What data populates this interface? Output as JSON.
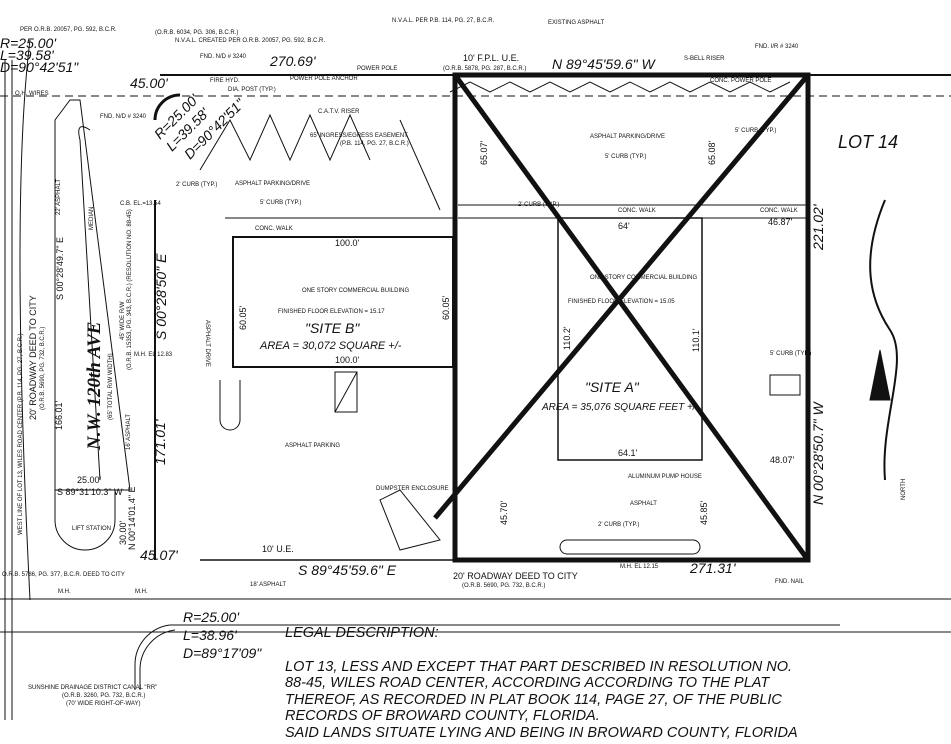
{
  "top": {
    "curve1": [
      "R=25.00'",
      "L=39.58'",
      "D=90°42'51\""
    ],
    "orb20057": "PER O.R.B. 20057, PG. 592, B.C.R.",
    "orb6034": "(O.R.B. 6034, PG. 306, B.C.R.)",
    "nval_created": "N.V.A.L. CREATED PER O.R.B. 20057, PG. 592, B.C.R.",
    "fnd_nd_top": "FND. N/D # 3240",
    "dist_270": "270.69'",
    "dist_45": "45.00'",
    "power_pole": "POWER POLE",
    "power_pole_anchor": "POWER POLE ANCHOR",
    "nval_pb": "N.V.A.L. PER P.B. 114, PG. 27, B.C.R.",
    "fpl": "10' F.P.L. U.E.",
    "fpl_orb": "(O.R.B. 5878, PG. 287, B.C.R.)",
    "bearing_north": "N 89°45'59.6\" W",
    "existing_asphalt": "EXISTING ASPHALT",
    "s_bell_riser": "S-BELL RISER",
    "conc_power_pole": "CONC. POWER POLE",
    "fnd_ir": "FND. I/R # 3240",
    "oh_wires": "O.H. WIRES",
    "fire_hyd": "FIRE HYD.",
    "dia_post": "DIA. POST (TYP.)",
    "catv": "C.A.T.V. RISER",
    "curve2": [
      "R=25.00'",
      "L=39.58'",
      "D=90°42'51\""
    ],
    "fnd_nd_left": "FND. N/D # 3240"
  },
  "site": {
    "lot14": "LOT 14",
    "ingress": "65' INGRESS/EGRESS EASEMENT",
    "ingress_ref": "(P.B. 114, PG. 27, B.C.R.)",
    "asphalt_parking_drive": "ASPHALT PARKING/DRIVE",
    "curb_typ": "5' CURB (TYP.)",
    "two_curb": "2' CURB (TYP.)",
    "conc_walk": "CONC. WALK",
    "asphalt_parking": "ASPHALT PARKING",
    "asphalt_drive": "ASPHALT DRIVE",
    "asphalt": "ASPHALT",
    "dumpster": "DUMPSTER ENCLOSURE",
    "pump_house": "ALUMINUM PUMP HOUSE",
    "ue10": "10' U.E.",
    "dist_6507": "65.07'",
    "dist_6508": "65.08'",
    "dist_4687": "46.87'",
    "dist_22102": "221.02'",
    "dist_4807": "48.07'",
    "dist_4570": "45.70'",
    "dist_4585": "45.85'",
    "dist_27131": "271.31'",
    "bearing_east": "N 00°28'50.7\" W",
    "bearing_south": "S 89°45'59.6\" E",
    "roadway_deed": "20' ROADWAY DEED TO CITY",
    "roadway_deed_ref": "(O.R.B. 5690, PG. 732, B.C.R.)",
    "asphalt18": "18' ASPHALT",
    "fnd_nail": "FND. NAIL",
    "mh_el": "M.H. EL 12.15",
    "north": "NORTH"
  },
  "site_b": {
    "name": "\"SITE B\"",
    "building": "ONE STORY COMMERCIAL BUILDING",
    "ffe": "FINISHED FLOOR ELEVATION = 15.17",
    "area": "AREA = 30,072 SQUARE +/-",
    "top": "100.0'",
    "bottom": "100.0'",
    "left": "60.05'",
    "right": "60.05'"
  },
  "site_a": {
    "name": "\"SITE A\"",
    "building": "ONE STORY COMMERCIAL BUILDING",
    "ffe": "FINISHED FLOOR ELEVATION = 15.05",
    "area": "AREA = 35,076 SQUARE FEET +/-",
    "top": "64'",
    "bottom": "64.1'",
    "left": "110.2'",
    "right": "110.1'"
  },
  "road": {
    "name": "N.W. 120th AVE",
    "width": "(65' TOTAL R/W WIDTH)",
    "median": "MEDIAN",
    "bearing_w": "S 00°28'49.7\" E",
    "bearing_e": "S 00°28'50\" E",
    "dist_166": "166.01'",
    "dist_171": "171.01'",
    "dist_25": "25.00'",
    "bearing_s": "S 89°31'10.3\" W",
    "wide_rw": "45' WIDE R/W",
    "wide_rw_ref": "(O.R.B. 15353, PG. 343, B.C.R.) (RESOLUTION NO. 88-45)",
    "roadway_deed": "20' ROADWAY DEED TO CITY",
    "roadway_deed_ref": "(O.R.B. 5690, PG. 732, B.C.R.)",
    "west_line": "WEST LINE OF LOT 13, WILES ROAD CENTER (P.B. 114, PG. 27, B.C.R.)",
    "orb5786": "O.R.B. 5786, PG. 377, B.C.R. DEED TO CITY",
    "mh_el": "M.H. EL 12.83",
    "asphalt16": "16' ASPHALT",
    "asphalt22": "22' ASPHALT",
    "lift_station": "LIFT STATION",
    "dist_30": "30.00'",
    "bearing_lift": "N 00°14'01.4\" E",
    "dist_4507": "45.07'",
    "cb_el": "C.B. EL.=13.54",
    "mh": "M.H."
  },
  "bottom": {
    "curve": [
      "R=25.00'",
      "L=38.96'",
      "D=89°17'09\""
    ],
    "canal": "SUNSHINE DRAINAGE DISTRICT CANAL \"RR\"",
    "canal_ref": "(O.R.B. 3260, PG. 732, B.C.R.)",
    "canal_width": "(70' WIDE RIGHT-OF-WAY)"
  },
  "legal": {
    "title": "LEGAL DESCRIPTION:",
    "lines": [
      "LOT 13, LESS AND EXCEPT THAT PART DESCRIBED IN RESOLUTION NO.",
      "88-45, WILES ROAD CENTER, ACCORDING ACCORDING TO THE PLAT",
      "THEREOF, AS RECORDED IN PLAT BOOK 114, PAGE 27, OF THE PUBLIC",
      "RECORDS OF BROWARD COUNTY, FLORIDA.",
      "SAID LANDS SITUATE LYING AND BEING IN BROWARD COUNTY, FLORIDA"
    ]
  }
}
